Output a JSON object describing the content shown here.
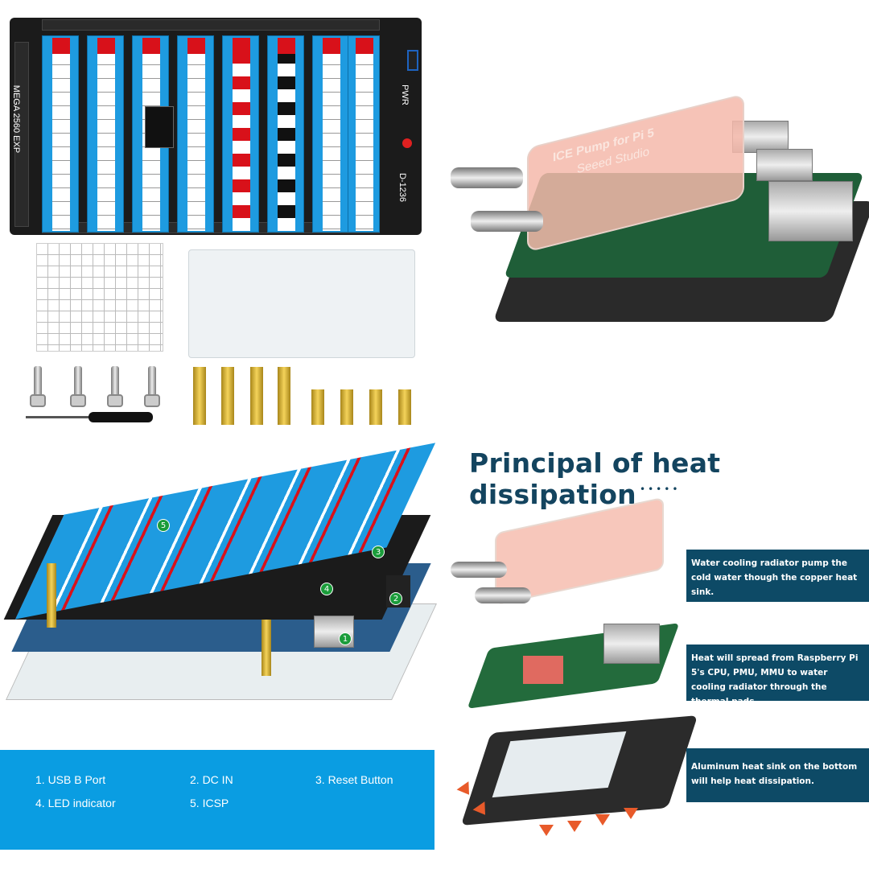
{
  "product_lettering": {
    "board_label": "MEGA 2560 EXP",
    "pwr_label": "PWR",
    "model_label": "D-1236",
    "pump_label": "ICE Pump for Pi 5",
    "brand_label": "Seeed Studio"
  },
  "heat_section": {
    "title": "Principal of heat dissipation",
    "notes": [
      "Water cooling radiator pump the cold water though the copper heat sink.",
      "Heat will spread from Raspberry Pi 5's CPU, PMU, MMU to water cooling radiator through the thermal pads.",
      "Aluminum heat sink on the bottom will help heat dissipation."
    ]
  },
  "legend": {
    "items": [
      "1.  USB B Port",
      "2. DC IN",
      "3. Reset Button",
      "4. LED indicator",
      "5. ICSP"
    ],
    "badges": [
      "1",
      "2",
      "3",
      "4",
      "5"
    ]
  },
  "colors": {
    "legend_bg": "#0a9de2",
    "note_bg": "#0d4a66",
    "title": "#13445f",
    "terminal_blue": "#1e9be0",
    "pin_red": "#d8111a"
  }
}
